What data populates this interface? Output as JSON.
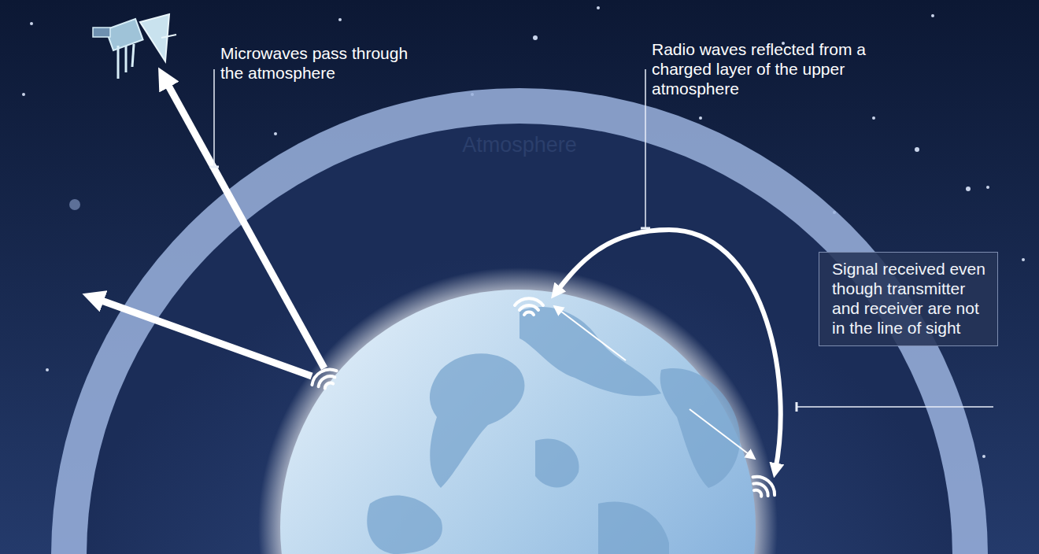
{
  "diagram": {
    "nodes": [
      {
        "text": [
          "Signal received even though transmitter and receiver are not in the line of sight"
        ]
      }
    ],
    "labels": [
      "Microwaves pass through the atmosphere",
      "Atmosphere",
      "Radio waves reflected from a charged layer of the upper atmosphere"
    ]
  }
}
